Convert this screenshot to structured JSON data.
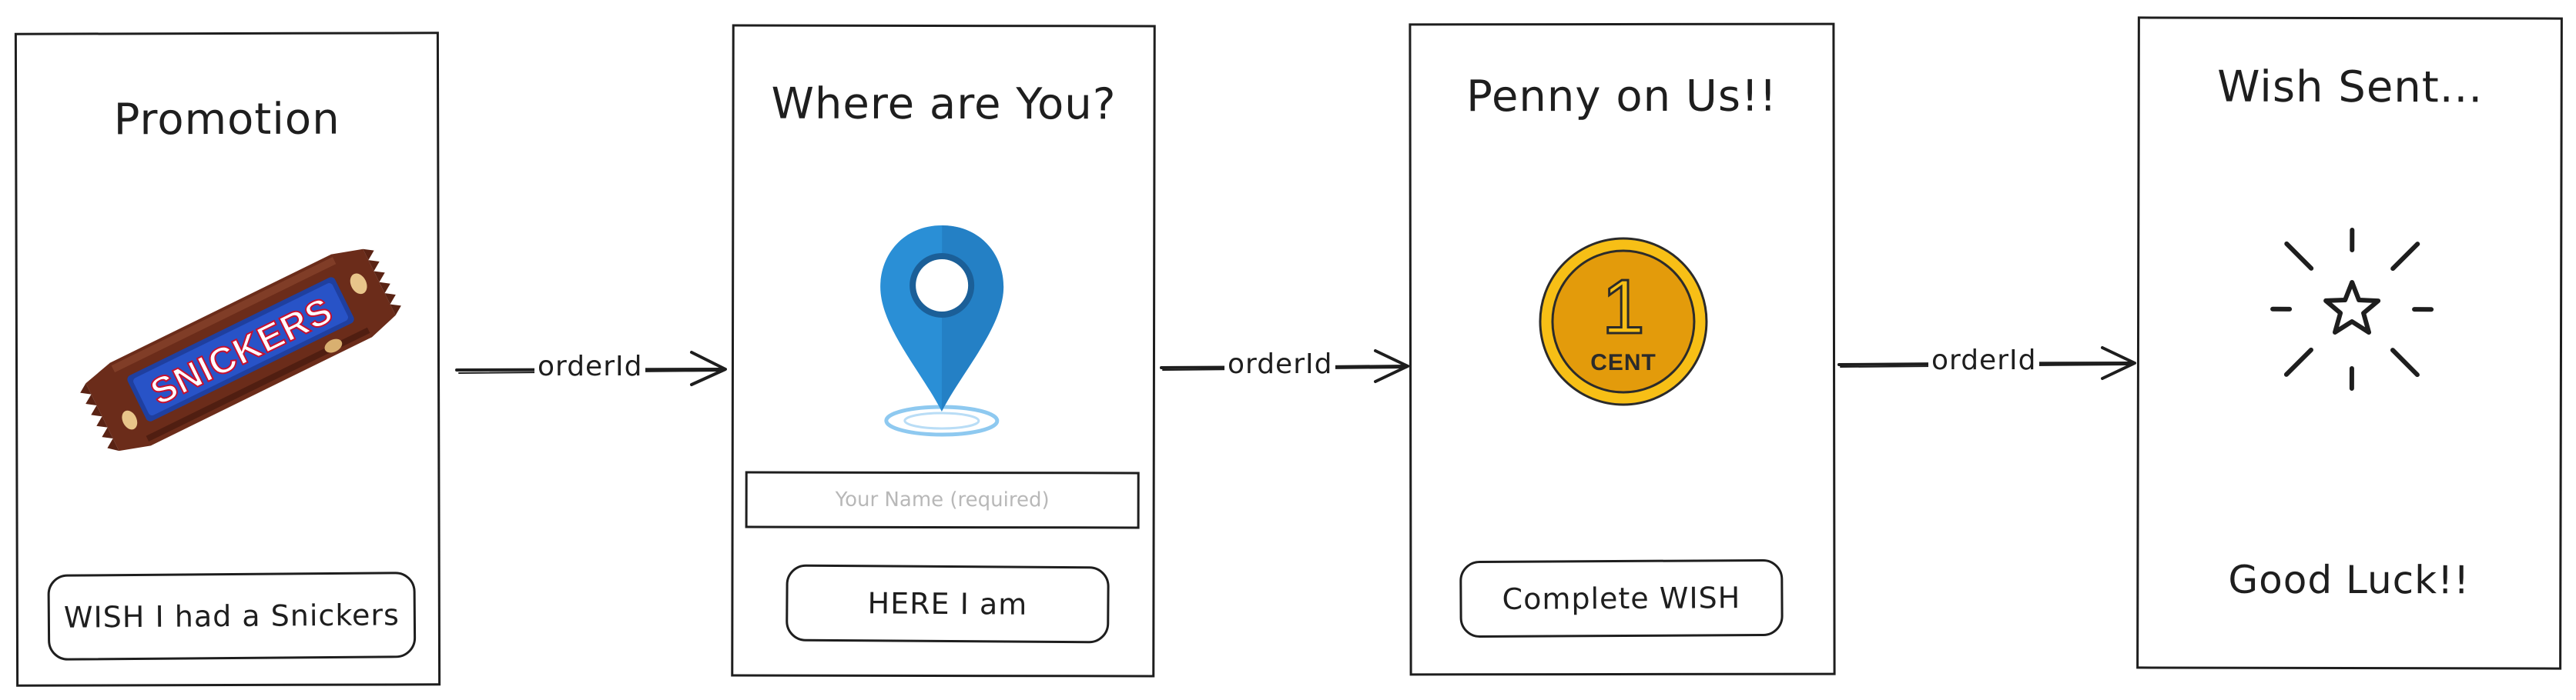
{
  "frames": [
    {
      "title": "Promotion",
      "button_label": "WISH I had a Snickers",
      "image": "snickers-bar"
    },
    {
      "title": "Where are You?",
      "input_placeholder": "Your Name (required)",
      "button_label": "HERE I am",
      "image": "location-pin-icon"
    },
    {
      "title": "Penny on Us!!",
      "button_label": "Complete WISH",
      "image": "one-cent-coin",
      "coin": {
        "number": "1",
        "unit": "CENT"
      }
    },
    {
      "title": "Wish Sent...",
      "footer_text": "Good Luck!!",
      "image": "sparkle-star-icon"
    }
  ],
  "arrows": [
    {
      "label": "orderId"
    },
    {
      "label": "orderId"
    },
    {
      "label": "orderId"
    }
  ],
  "candy": {
    "brand": "SNICKERS"
  },
  "colors": {
    "stroke": "#1e1e1e",
    "pin_blue": "#2a8fd6",
    "coin_gold": "#e39b0b",
    "coin_rim": "#f7bf16",
    "wrapper_brown": "#6b2c1a",
    "wrapper_blue": "#1f3f9f"
  }
}
